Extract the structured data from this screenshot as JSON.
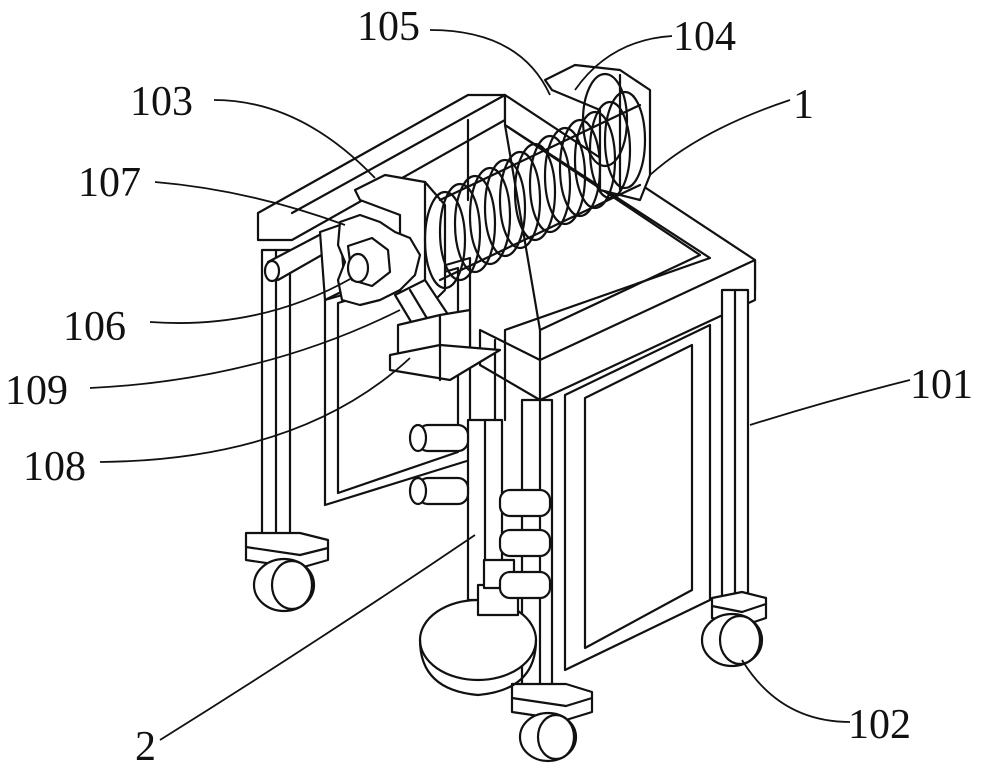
{
  "figure": {
    "labels": {
      "l1": "1",
      "l2": "2",
      "l101": "101",
      "l102": "102",
      "l103": "103",
      "l104": "104",
      "l105": "105",
      "l106": "106",
      "l107": "107",
      "l108": "108",
      "l109": "109"
    }
  }
}
